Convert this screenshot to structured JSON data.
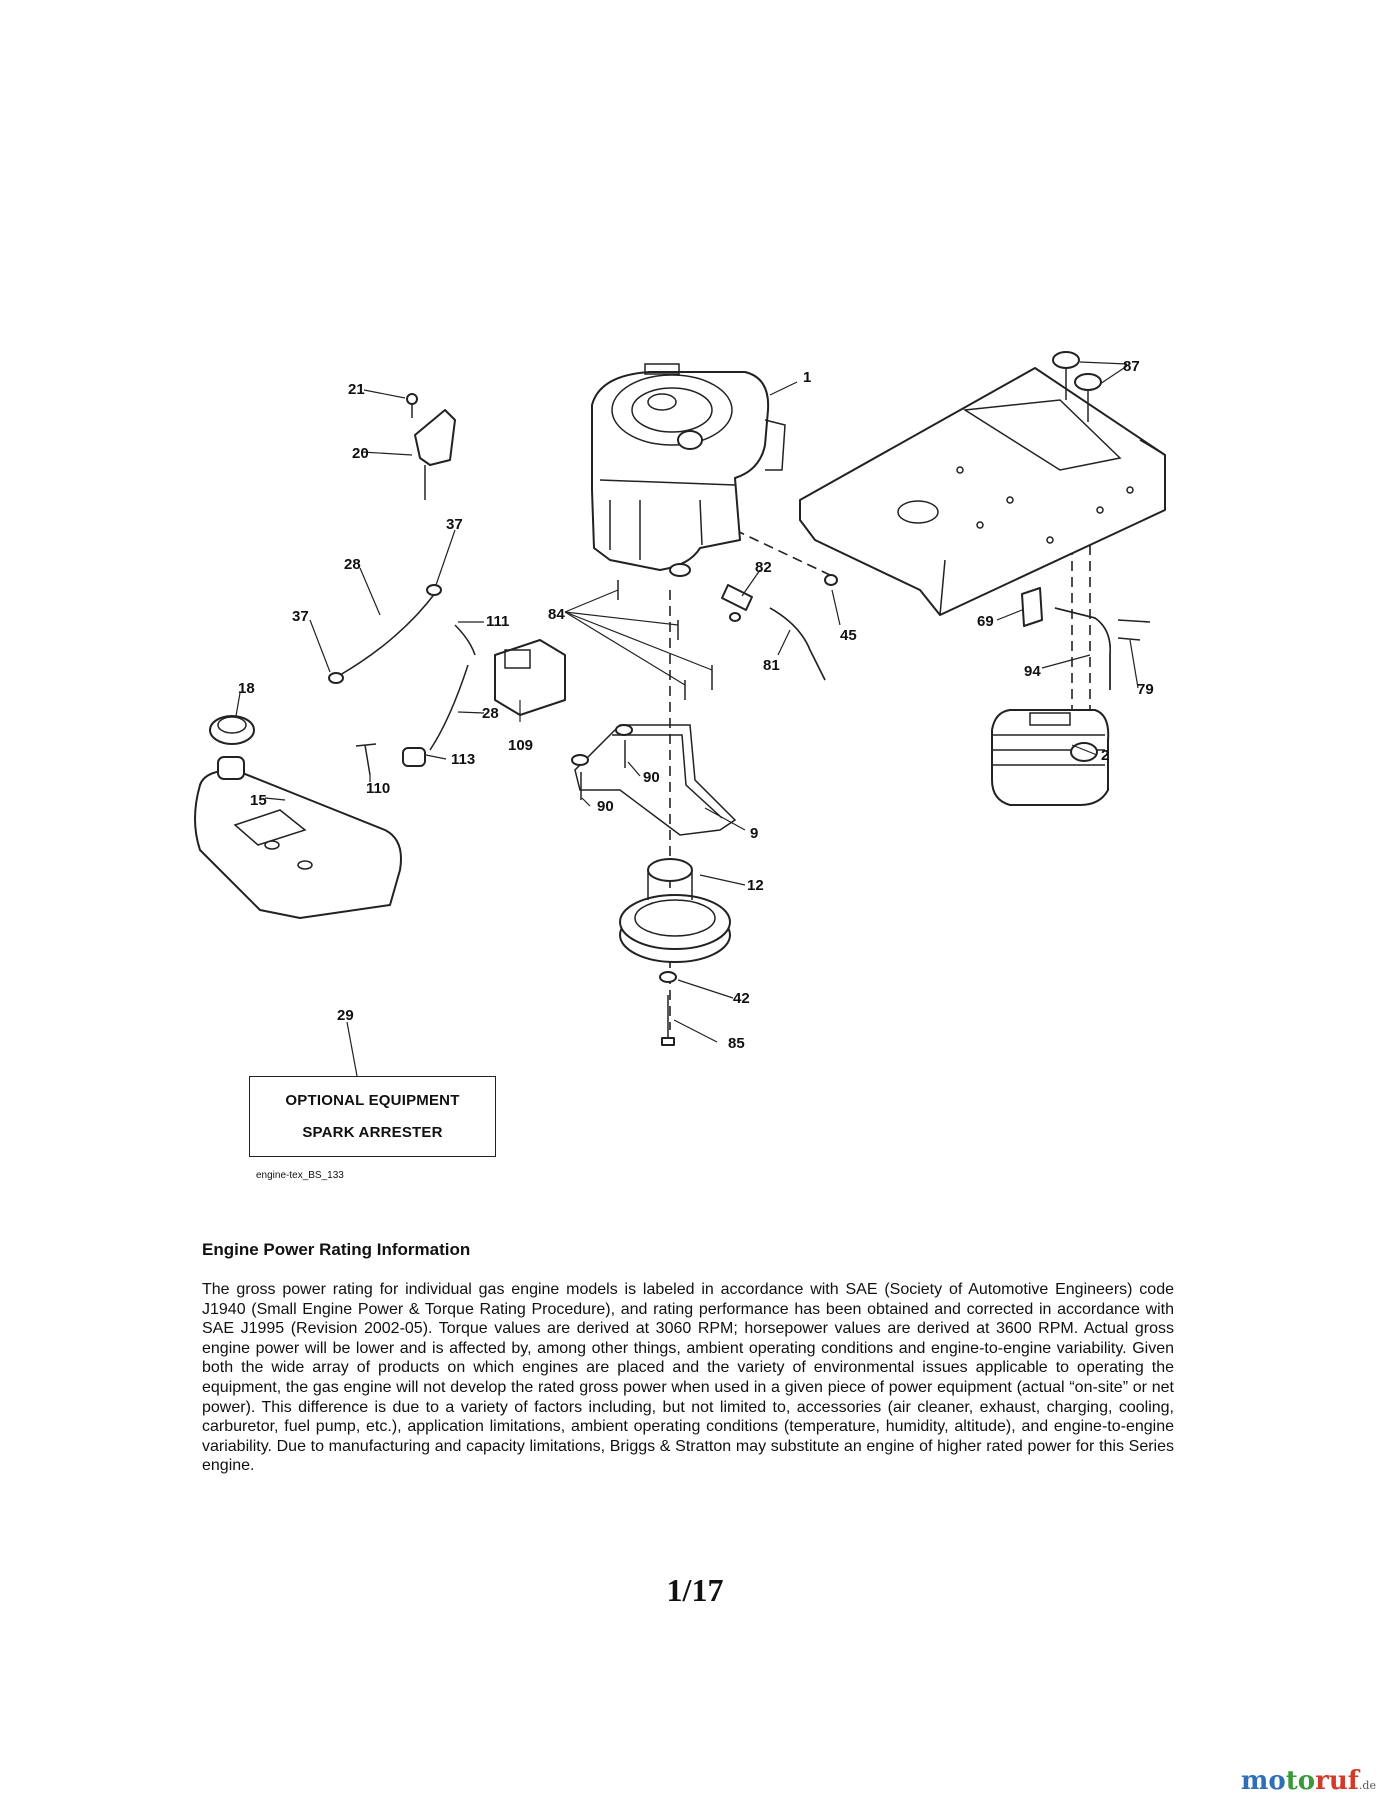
{
  "callouts": {
    "c1": "1",
    "c2": "2",
    "c9": "9",
    "c12": "12",
    "c15": "15",
    "c18": "18",
    "c20": "20",
    "c21": "21",
    "c28a": "28",
    "c28b": "28",
    "c29": "29",
    "c37a": "37",
    "c37b": "37",
    "c42": "42",
    "c45": "45",
    "c69": "69",
    "c79": "79",
    "c81": "81",
    "c82": "82",
    "c84": "84",
    "c85": "85",
    "c87": "87",
    "c90a": "90",
    "c90b": "90",
    "c94": "94",
    "c109": "109",
    "c110": "110",
    "c111": "111",
    "c113": "113"
  },
  "optional_equipment": {
    "line1": "OPTIONAL EQUIPMENT",
    "line2": "SPARK ARRESTER"
  },
  "figure_id": "engine-tex_BS_133",
  "section": {
    "title": "Engine Power Rating Information",
    "body": "The gross power rating for individual gas engine models is labeled in accordance with SAE (Society of Automotive Engineers) code J1940 (Small Engine Power & Torque Rating Procedure), and rating performance has been obtained and corrected in accordance with SAE J1995 (Revision 2002-05). Torque values are derived at 3060 RPM; horsepower values are derived at 3600 RPM. Actual gross engine power will be lower and is affected by, among other things, ambient operating conditions and engine-to-engine variability. Given both the wide array of products on which engines are placed and the variety of environmental issues applicable to operating the equipment, the gas engine will not develop the rated gross power when used in a given piece of power equipment (actual “on-site” or net power). This difference is due to a variety of factors including, but not limited to, accessories (air cleaner, exhaust, charging, cooling, carburetor, fuel pump, etc.), application limitations, ambient operating conditions (temperature, humidity, altitude), and engine-to-engine variability. Due to manufacturing and capacity limitations, Briggs & Stratton may substitute an engine of higher rated power for this Series engine."
  },
  "page_number": "1/17",
  "watermark": {
    "part1": "mo",
    "part2": "to",
    "part3": "ruf",
    "tld": ".de"
  }
}
